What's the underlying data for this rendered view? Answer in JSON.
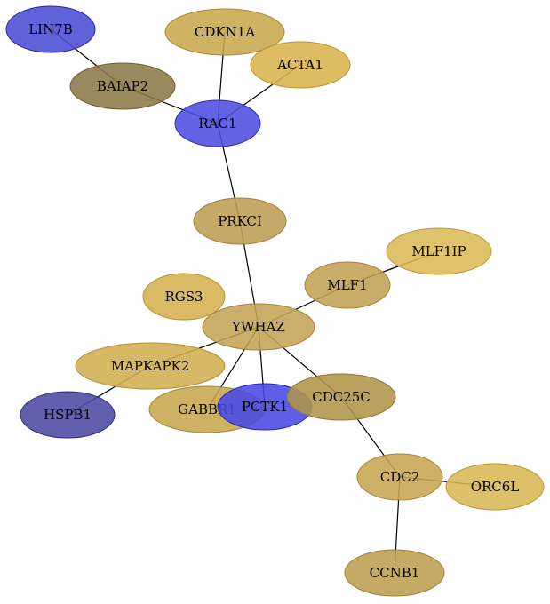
{
  "palette": {
    "blue": "#4b4bdd",
    "blue_stroke": "#2a2ab0",
    "gold": "#d4ab41",
    "gold_stroke": "#b8902a",
    "tan": "#b99a45",
    "olive": "#85733a",
    "navy": "#3f3f92"
  },
  "nodes": [
    {
      "id": "LIN7B",
      "label": "LIN7B",
      "color": "#4b4bd4",
      "stroke": "#2a2aa8"
    },
    {
      "id": "CDKN1A",
      "label": "CDKN1A",
      "color": "#c8a74c",
      "stroke": "#a8893a"
    },
    {
      "id": "ACTA1",
      "label": "ACTA1",
      "color": "#d9b44c",
      "stroke": "#b8952f"
    },
    {
      "id": "BAIAP2",
      "label": "BAIAP2",
      "color": "#8a7a45",
      "stroke": "#6e5f30"
    },
    {
      "id": "RAC1",
      "label": "RAC1",
      "color": "#4d4ddf",
      "stroke": "#2c2cb0"
    },
    {
      "id": "PRKCI",
      "label": "PRKCI",
      "color": "#bd9d52",
      "stroke": "#9e8038"
    },
    {
      "id": "MLF1IP",
      "label": "MLF1IP",
      "color": "#dcb959",
      "stroke": "#bd9a3a"
    },
    {
      "id": "MLF1",
      "label": "MLF1",
      "color": "#c2a152",
      "stroke": "#a38438"
    },
    {
      "id": "RGS3",
      "label": "RGS3",
      "color": "#d5b150",
      "stroke": "#b59234"
    },
    {
      "id": "YWHAZ",
      "label": "YWHAZ",
      "color": "#c4a354",
      "stroke": "#a5863a"
    },
    {
      "id": "MAPKAPK2",
      "label": "MAPKAPK2",
      "color": "#d2af50",
      "stroke": "#b29234"
    },
    {
      "id": "HSPB1",
      "label": "HSPB1",
      "color": "#4a4aa0",
      "stroke": "#303080"
    },
    {
      "id": "PCTK1",
      "label": "PCTK1",
      "color": "#4848e6",
      "stroke": "#2a2ab8"
    },
    {
      "id": "GABBR1",
      "label": "GABBR1",
      "color": "#c8a64d",
      "stroke": "#a88835"
    },
    {
      "id": "CDC25C",
      "label": "CDC25C",
      "color": "#ae9548",
      "stroke": "#8e7834"
    },
    {
      "id": "CDC2",
      "label": "CDC2",
      "color": "#c7a552",
      "stroke": "#a78838"
    },
    {
      "id": "ORC6L",
      "label": "ORC6L",
      "color": "#dab755",
      "stroke": "#ba973a"
    },
    {
      "id": "CCNB1",
      "label": "CCNB1",
      "color": "#bc9e4f",
      "stroke": "#9c8036"
    }
  ],
  "edges": [
    [
      "LIN7B",
      "BAIAP2"
    ],
    [
      "BAIAP2",
      "RAC1"
    ],
    [
      "CDKN1A",
      "RAC1"
    ],
    [
      "ACTA1",
      "RAC1"
    ],
    [
      "RAC1",
      "PRKCI"
    ],
    [
      "PRKCI",
      "YWHAZ"
    ],
    [
      "MLF1IP",
      "MLF1"
    ],
    [
      "MLF1",
      "YWHAZ"
    ],
    [
      "YWHAZ",
      "MAPKAPK2"
    ],
    [
      "MAPKAPK2",
      "HSPB1"
    ],
    [
      "YWHAZ",
      "GABBR1"
    ],
    [
      "YWHAZ",
      "PCTK1"
    ],
    [
      "YWHAZ",
      "CDC25C"
    ],
    [
      "CDC25C",
      "CDC2"
    ],
    [
      "CDC2",
      "ORC6L"
    ],
    [
      "CDC2",
      "CCNB1"
    ]
  ]
}
